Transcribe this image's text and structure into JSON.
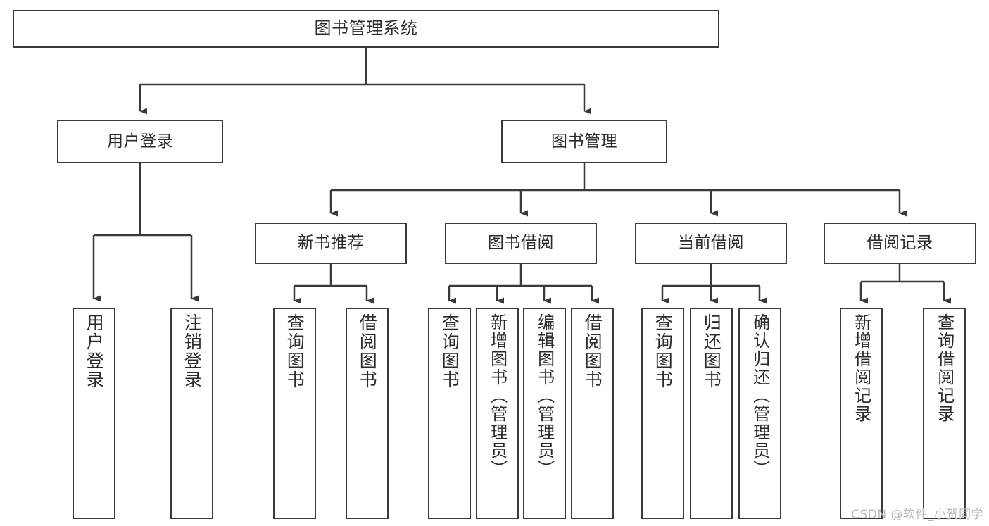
{
  "diagram": {
    "title": "图书管理系统",
    "watermark": "CSDN @软件_小贺同学",
    "colors": {
      "stroke": "#3a3a3a",
      "box_fill": "#ffffff",
      "text": "#2b2b2b",
      "watermark": "#b9b9b9",
      "background": "#ffffff"
    },
    "nodes": {
      "root": {
        "label": "图书管理系统"
      },
      "level2": [
        {
          "label": "用户登录"
        },
        {
          "label": "图书管理"
        }
      ],
      "level3": [
        {
          "label": "新书推荐"
        },
        {
          "label": "图书借阅"
        },
        {
          "label": "当前借阅"
        },
        {
          "label": "借阅记录"
        }
      ],
      "leaves_user_login": [
        {
          "label": "用户登录"
        },
        {
          "label": "注销登录"
        }
      ],
      "leaves_new_books": [
        {
          "label": "查询图书"
        },
        {
          "label": "借阅图书"
        }
      ],
      "leaves_book_borrow": [
        {
          "label": "查询图书"
        },
        {
          "label": "新增图书（管理员）"
        },
        {
          "label": "编辑图书（管理员）"
        },
        {
          "label": "借阅图书"
        }
      ],
      "leaves_current_borrow": [
        {
          "label": "查询图书"
        },
        {
          "label": "归还图书"
        },
        {
          "label": "确认归还（管理员）"
        }
      ],
      "leaves_borrow_records": [
        {
          "label": "新增借阅记录"
        },
        {
          "label": "查询借阅记录"
        }
      ]
    }
  }
}
